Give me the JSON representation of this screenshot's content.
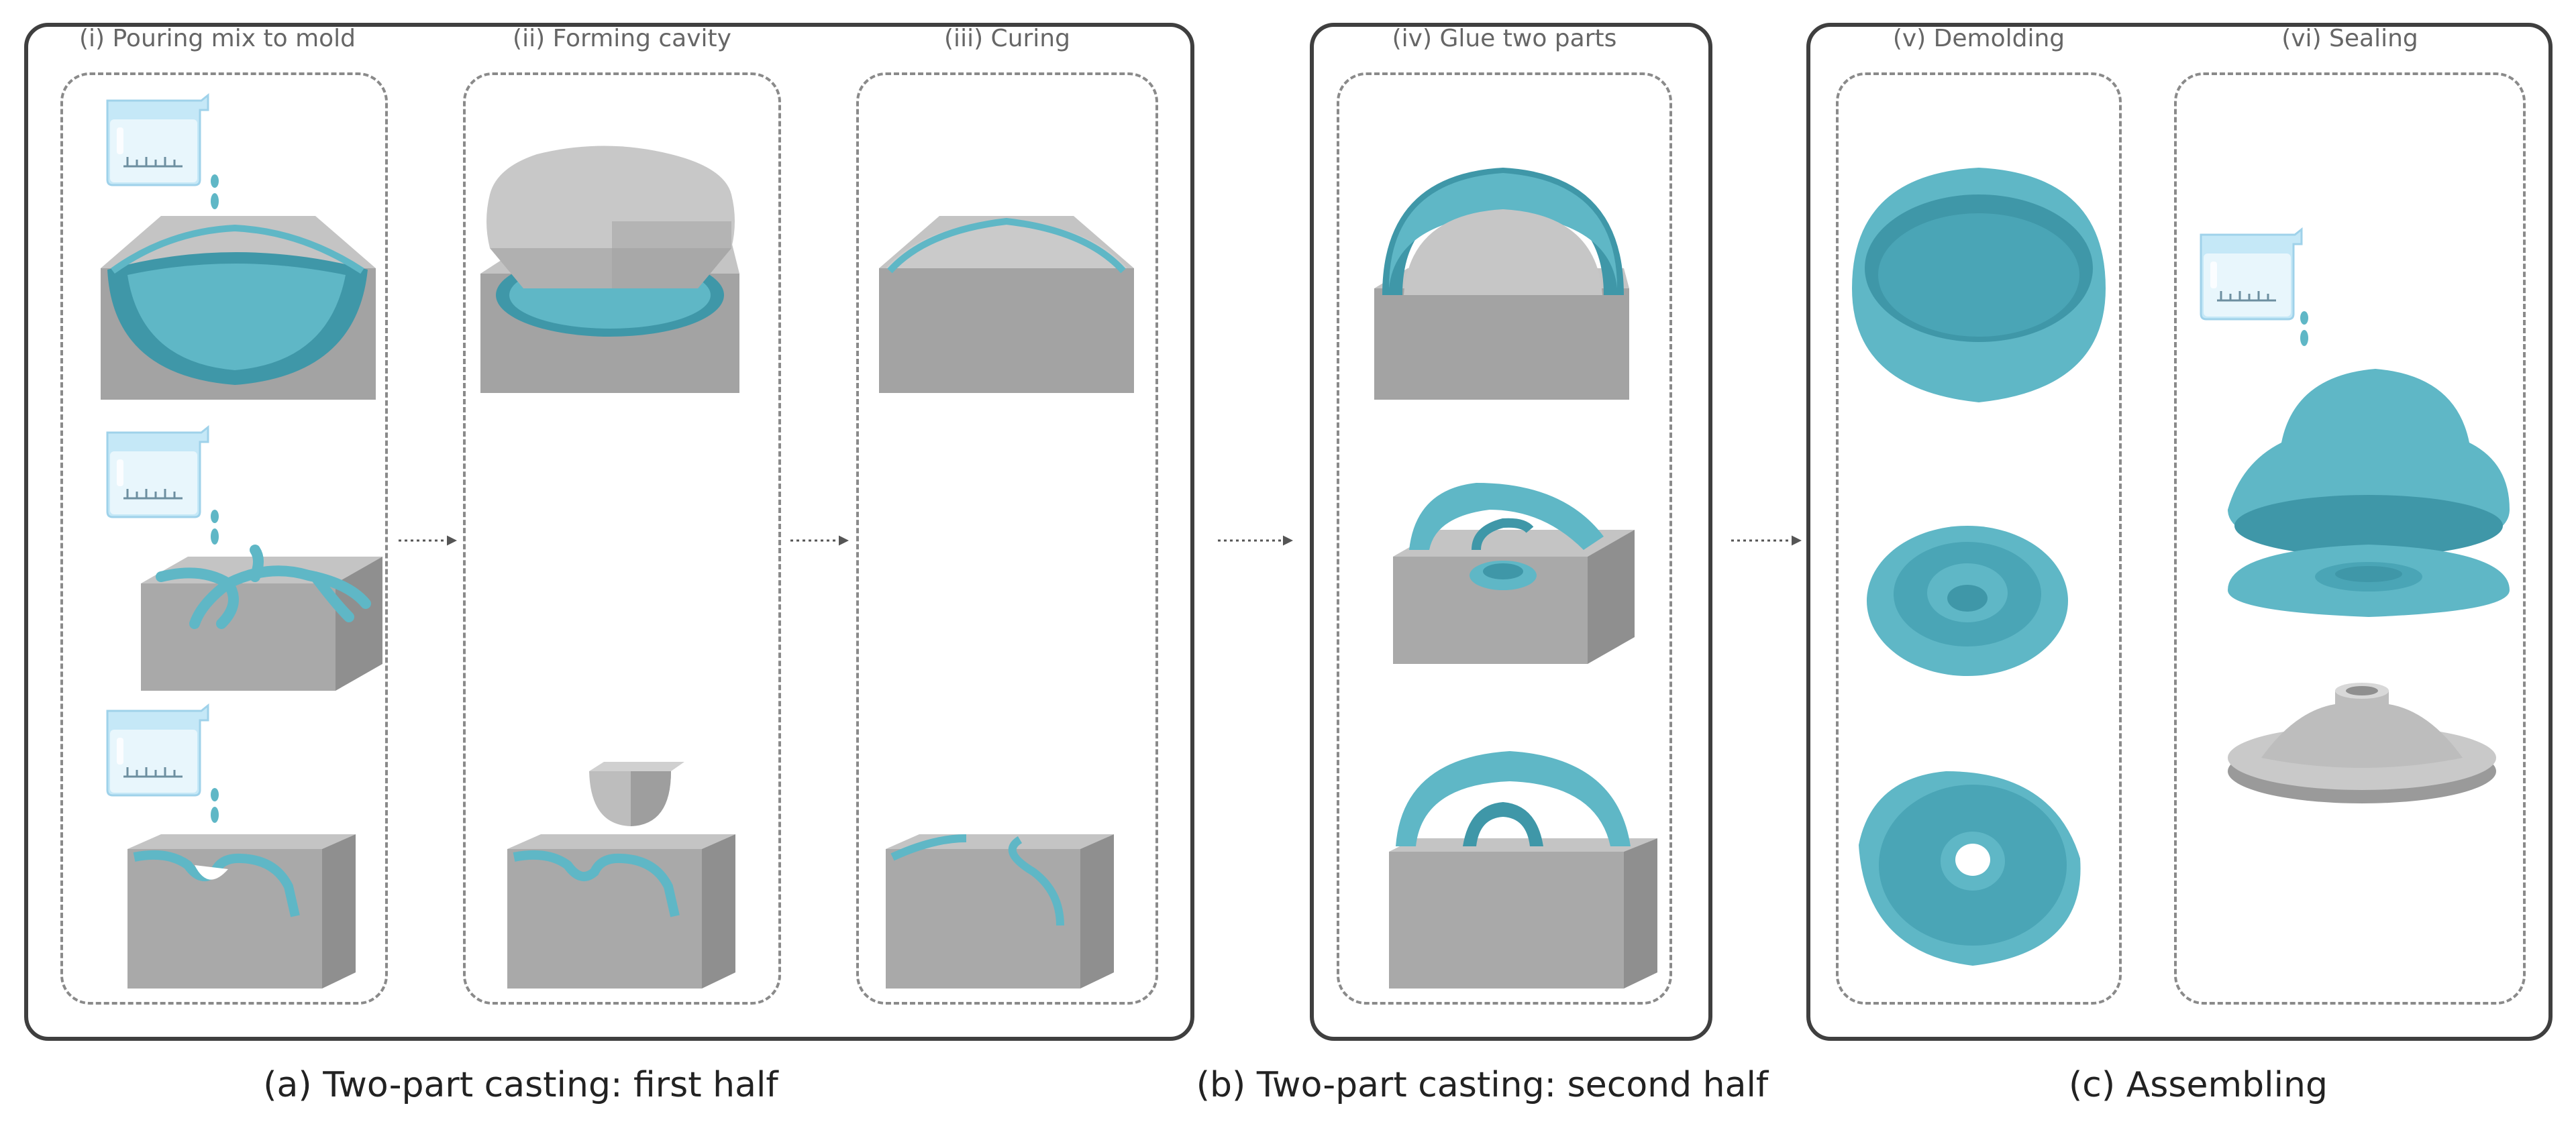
{
  "colors": {
    "frame": "#3f3f3f",
    "dash": "#8a8a8a",
    "mold_top": "#c4c4c4",
    "mold_front": "#a9a9a9",
    "mold_side": "#8f8f8f",
    "silicone": "#5fb7c6",
    "silicone_dark": "#3f97a8",
    "beaker": "#c5e8f7"
  },
  "panels": {
    "a": {
      "caption": "(a) Two-part casting: first half",
      "lanes": [
        {
          "title": "(i) Pouring mix to mold"
        },
        {
          "title": "(ii) Forming cavity"
        },
        {
          "title": "(iii) Curing"
        }
      ]
    },
    "b": {
      "caption": "(b) Two-part casting: second half",
      "lanes": [
        {
          "title": "(iv) Glue two parts"
        }
      ]
    },
    "c": {
      "caption": "(c) Assembling",
      "lanes": [
        {
          "title": "(v) Demolding"
        },
        {
          "title": "(vi) Sealing"
        }
      ]
    }
  }
}
